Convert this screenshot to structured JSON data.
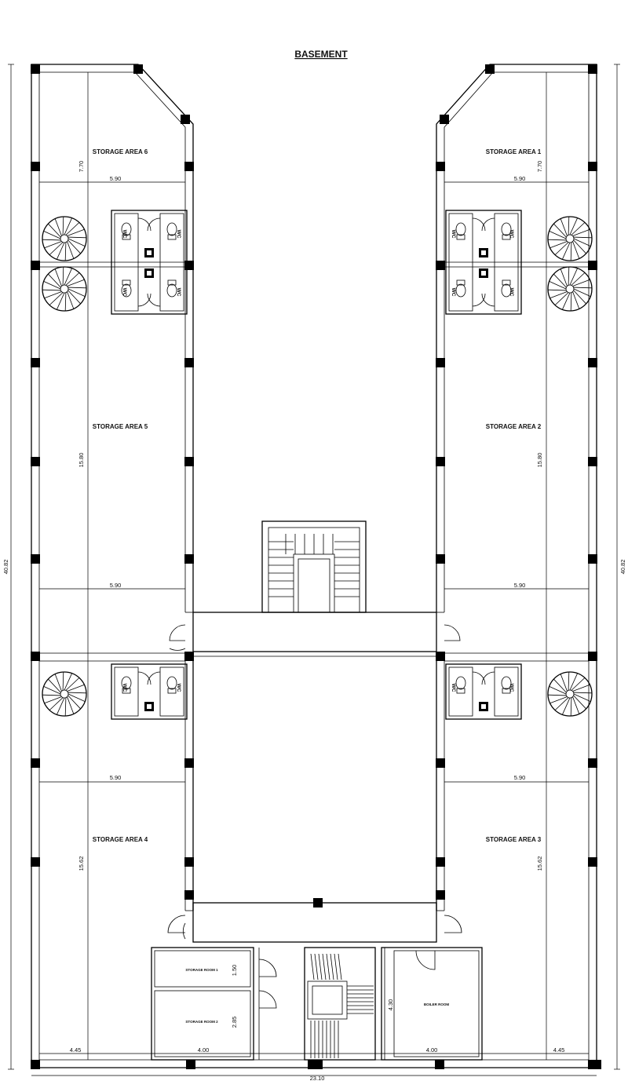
{
  "title": "BASEMENT",
  "rooms": {
    "storage_area_1": "STORAGE AREA 1",
    "storage_area_2": "STORAGE AREA 2",
    "storage_area_3": "STORAGE AREA 3",
    "storage_area_4": "STORAGE AREA 4",
    "storage_area_5": "STORAGE AREA 5",
    "storage_area_6": "STORAGE AREA 6",
    "storage_room_1": "STORAGE ROOM 1",
    "storage_room_2": "STORAGE ROOM 2",
    "boiler_room": "BOILER ROOM",
    "wc": "WC"
  },
  "dimensions": {
    "overall_height": "40.82",
    "overall_width": "23.10",
    "top_depth": "7.70",
    "middle_depth": "15.80",
    "bottom_depth": "15.62",
    "wing_width": "5.90",
    "bottom_side_width": "4.45",
    "bottom_room_width": "4.00",
    "storage_room_1_depth": "1.50",
    "storage_room_2_depth": "2.85",
    "boiler_room_depth": "4.30"
  }
}
